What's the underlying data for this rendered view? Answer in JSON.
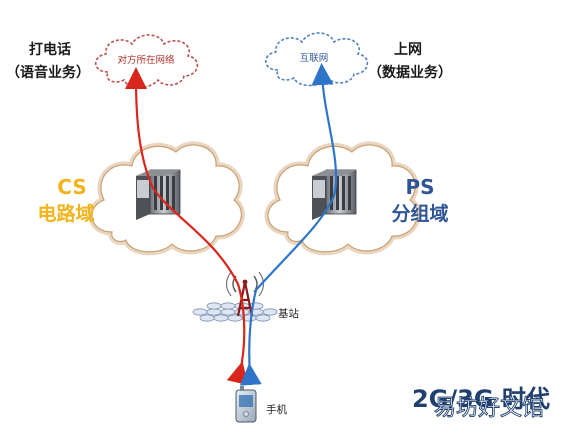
{
  "left_service": {
    "line1": "打电话",
    "line2": "（语音业务）"
  },
  "right_service": {
    "line1": "上网",
    "line2": "（数据业务）"
  },
  "left_cloud_label": "对方所在网络",
  "right_cloud_label": "互联网",
  "cs_domain": {
    "line1": "CS",
    "line2": "电路域"
  },
  "ps_domain": {
    "line1": "PS",
    "line2": "分组域"
  },
  "base_station_label": "基站",
  "phone_label": "手机",
  "era_label": "2G/3G 时代",
  "watermark": "易坊好文馆",
  "colors": {
    "cs_text": "#f2b31c",
    "ps_text": "#2f5597",
    "circuit_path": "#d9261c",
    "packet_path": "#2e75c9",
    "left_cloud_outline": "#c0504d",
    "right_cloud_outline": "#4f81bd",
    "domain_cloud_outline": "#d9b38c"
  }
}
